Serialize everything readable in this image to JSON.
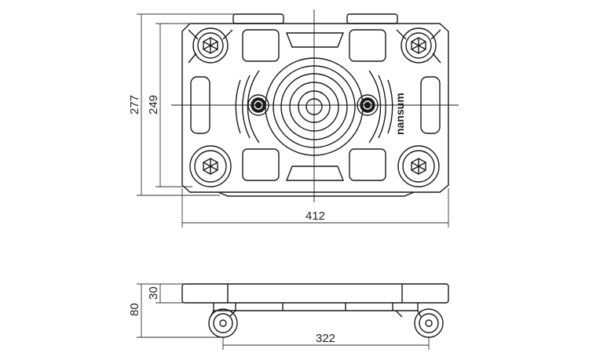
{
  "dimensions": {
    "overall_length": "277",
    "body_length": "249",
    "width": "412",
    "height": "80",
    "deck_height": "30",
    "wheelbase": "322"
  },
  "brand": {
    "logo_text": "nansum"
  },
  "colors": {
    "line": "#1a1a1a",
    "dim_line": "#333333"
  }
}
